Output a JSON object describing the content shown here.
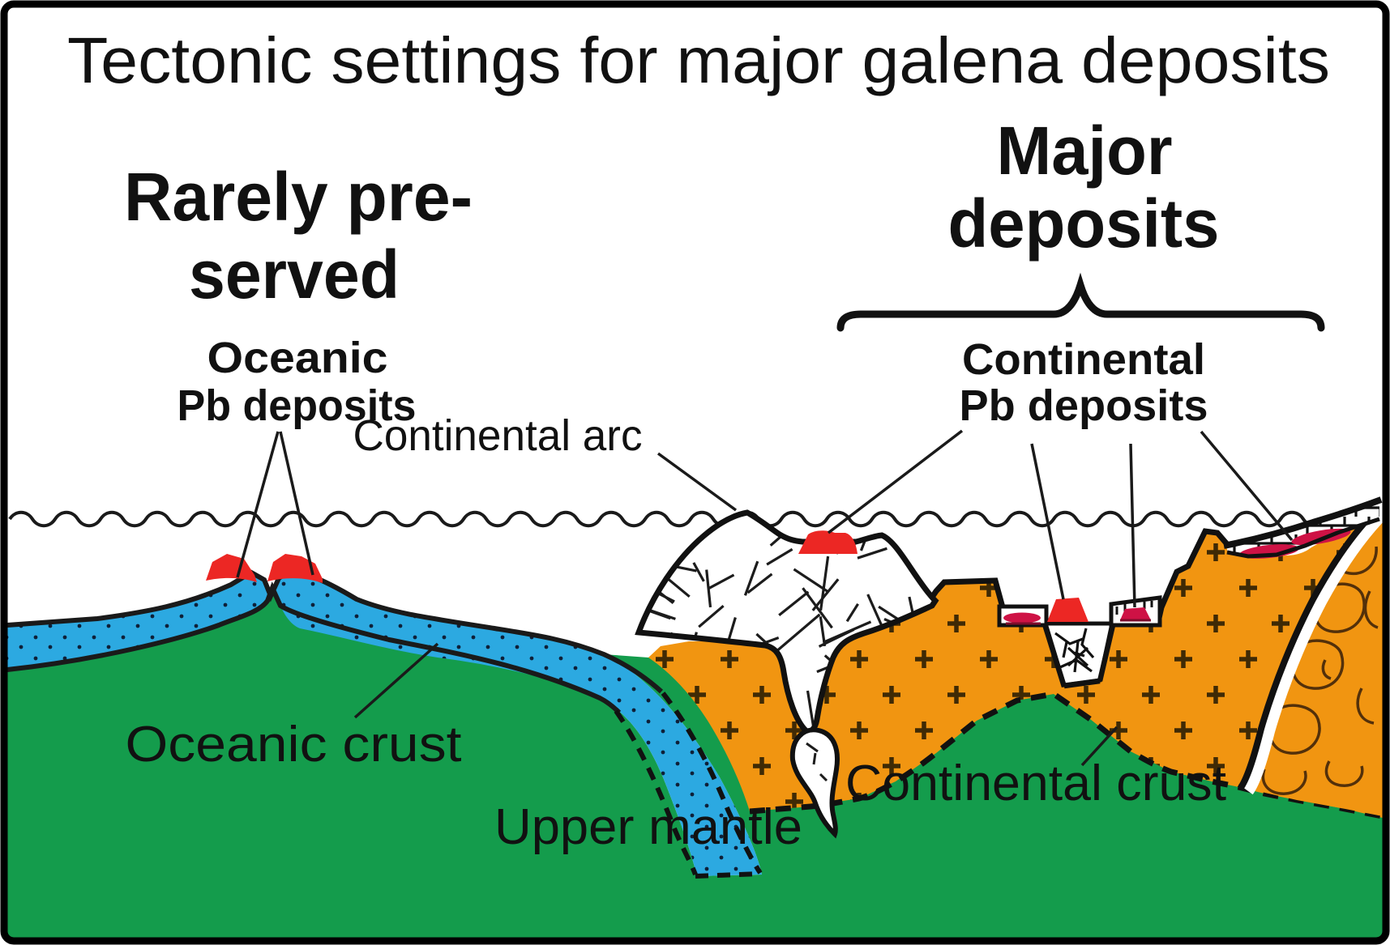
{
  "labels": {
    "title": "Tectonic settings for major galena deposits",
    "rarely1": "Rarely pre-",
    "rarely2": "served",
    "major1": "Major",
    "major2": "deposits",
    "oceanic_pb1": "Oceanic",
    "oceanic_pb2": "Pb deposits",
    "continental_pb1": "Continental",
    "continental_pb2": "Pb deposits",
    "continental_arc": "Continental arc",
    "oceanic_crust": "Oceanic crust",
    "upper_mantle": "Upper mantle",
    "continental_crust": "Continental crust"
  },
  "colors": {
    "mantle_green": "#149c4c",
    "ocean_blue": "#2ca9e1",
    "crust_orange": "#f19511",
    "volcanic_red": "#ec2724",
    "ore_crimson": "#ce1245",
    "outline_ink": "#1a1a1a",
    "fold_brown": "#53300a"
  }
}
